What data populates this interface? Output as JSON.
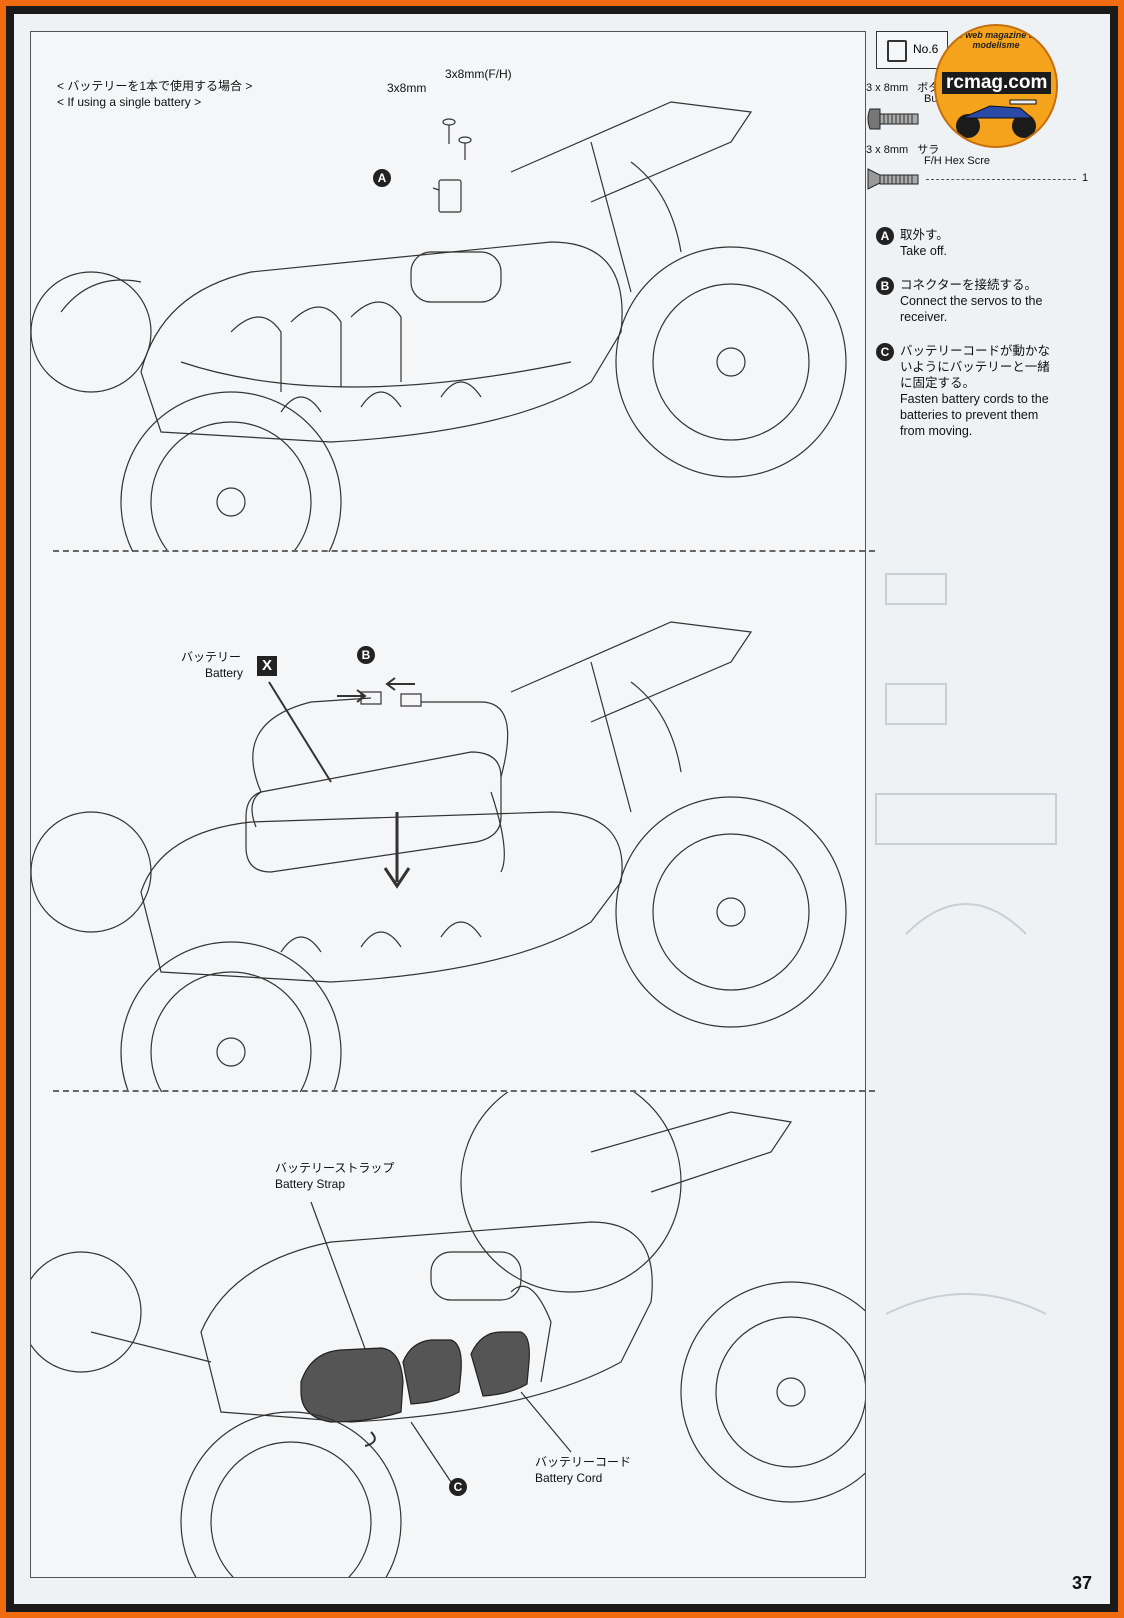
{
  "page_number": "37",
  "logo": {
    "ring_text": "Le web magazine du modelisme",
    "name": "rcmag.com"
  },
  "step1": {
    "title_jp": "< バッテリーを1本で使用する場合 >",
    "title_en": "< If using a single battery >",
    "screw_label_1": "3x8mm",
    "screw_label_2": "3x8mm(F/H)",
    "callout_a": "A"
  },
  "step2": {
    "battery_jp": "バッテリー",
    "battery_en": "Battery",
    "x_mark": "X",
    "callout_b": "B"
  },
  "step3": {
    "strap_jp": "バッテリーストラップ",
    "strap_en": "Battery Strap",
    "cord_jp": "バッテリーコード",
    "cord_en": "Battery Cord",
    "callout_c": "C"
  },
  "sidebar": {
    "bag_label": "No.6",
    "screws": [
      {
        "size": "3 x 8mm",
        "name": "ボタ",
        "name2": "But",
        "qty": ""
      },
      {
        "size": "3 x 8mm",
        "name": "サラ",
        "name2": "F/H Hex Scre",
        "qty": "1"
      }
    ],
    "notes": [
      {
        "letter": "A",
        "jp": "取外す。",
        "en": "Take off."
      },
      {
        "letter": "B",
        "jp": "コネクターを接続する。",
        "en": "Connect the servos to the receiver."
      },
      {
        "letter": "C",
        "jp": "バッテリーコードが動かないようにバッテリーと一緒に固定する。",
        "en": "Fasten battery cords to the batteries to prevent them from moving."
      }
    ]
  }
}
